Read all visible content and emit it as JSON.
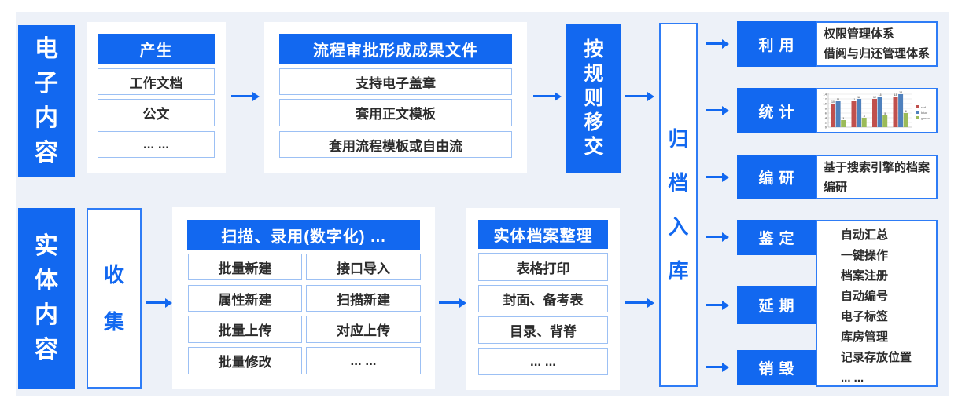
{
  "colors": {
    "primary_blue": "#1268f0",
    "desc_border_blue": "#2e7cf6",
    "item_border_blue": "#9cc0f4",
    "panel_bg": "#edf1f8",
    "text_dark": "#2b2b2b"
  },
  "flow_electronic": {
    "side_label": "电\n子\n内\n容",
    "produce": {
      "header": "产生",
      "items": [
        "工作文档",
        "公文",
        "... ..."
      ]
    },
    "approval": {
      "header": "流程审批形成成果文件",
      "items": [
        "支持电子盖章",
        "套用正文模板",
        "套用流程模板或自由流"
      ]
    },
    "transfer_label": "按\n规\n则\n移\n交"
  },
  "flow_physical": {
    "side_label": "实\n体\n内\n容",
    "collect_label": "收\n集",
    "scan": {
      "header": "扫描、录用(数字化) ...",
      "rows": [
        [
          "批量新建",
          "接口导入"
        ],
        [
          "属性新建",
          "扫描新建"
        ],
        [
          "批量上传",
          "对应上传"
        ],
        [
          "批量修改",
          "... ..."
        ]
      ]
    },
    "arrange": {
      "header": "实体档案整理",
      "items": [
        "表格打印",
        "封面、备考表",
        "目录、背脊",
        "... ..."
      ]
    }
  },
  "archive": {
    "label": "归\n档\n入\n库"
  },
  "outputs": [
    {
      "label": "利用",
      "desc": "权限管理体系\n借阅与归还管理体系"
    },
    {
      "label": "统计",
      "desc": ""
    },
    {
      "label": "编研",
      "desc": "基于搜索引擎的档案\n编研"
    },
    {
      "label": "鉴定",
      "desc": ""
    },
    {
      "label": "延期",
      "desc": ""
    },
    {
      "label": "销毁",
      "desc": ""
    }
  ],
  "appraisal_list": "自动汇总\n一键操作\n档案注册\n自动编号\n电子标签\n库房管理\n记录存放位置\n... ...",
  "chart_data": {
    "type": "bar",
    "title": "",
    "xlabel": "",
    "ylabel": "",
    "categories": [
      "1",
      "2",
      "3",
      "4"
    ],
    "series": [
      {
        "name": "red",
        "color": "#c0504d",
        "values": [
          10,
          11,
          12,
          13
        ]
      },
      {
        "name": "blue",
        "color": "#4f81bd",
        "values": [
          11,
          12,
          13,
          14
        ]
      },
      {
        "name": "green",
        "color": "#9bbb59",
        "values": [
          3,
          4,
          5,
          6
        ]
      }
    ],
    "ylim": [
      0,
      14
    ],
    "yticks": [
      0,
      2,
      4,
      6,
      8,
      10,
      12,
      14
    ],
    "grid": true,
    "legend_position": "right",
    "x_tick_labels_visible": false
  }
}
